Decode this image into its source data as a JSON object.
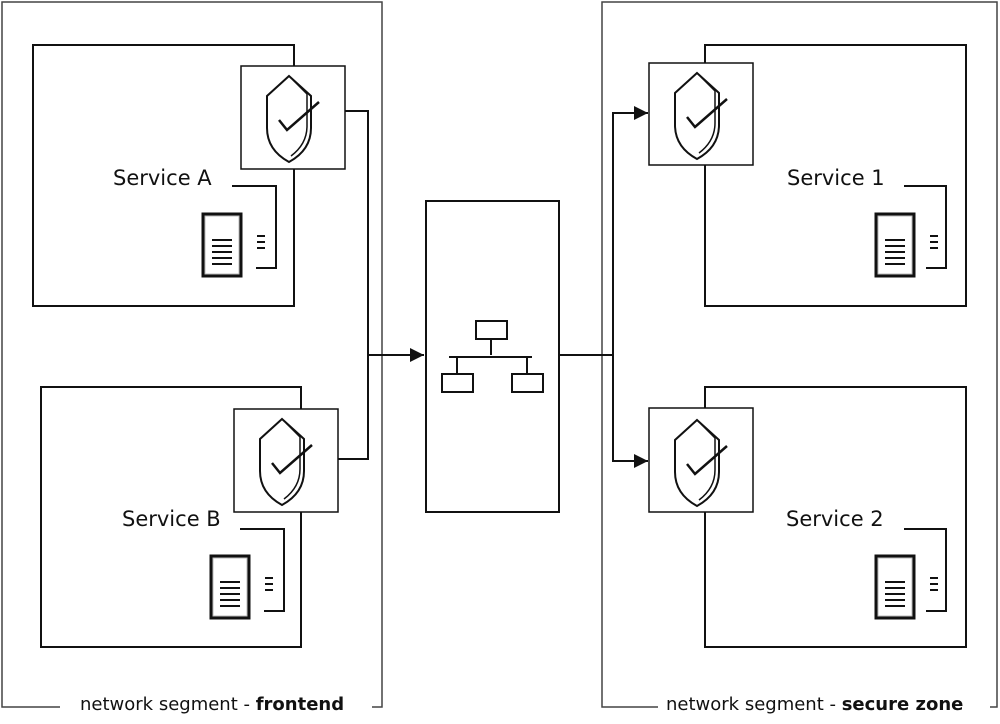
{
  "segments": {
    "left": {
      "label": "network segment - ",
      "label_bold": "frontend"
    },
    "right": {
      "label": "network segment - ",
      "label_bold": "secure zone"
    }
  },
  "services": {
    "a": {
      "label": "Service A"
    },
    "b": {
      "label": "Service B"
    },
    "one": {
      "label": "Service 1"
    },
    "two": {
      "label": "Service 2"
    }
  },
  "icons": {
    "shield": "shield-check-icon",
    "server": "server-icon",
    "network": "network-hub-icon"
  },
  "colors": {
    "stroke": "#111111",
    "zone_border": "#444444",
    "background": "#ffffff"
  }
}
